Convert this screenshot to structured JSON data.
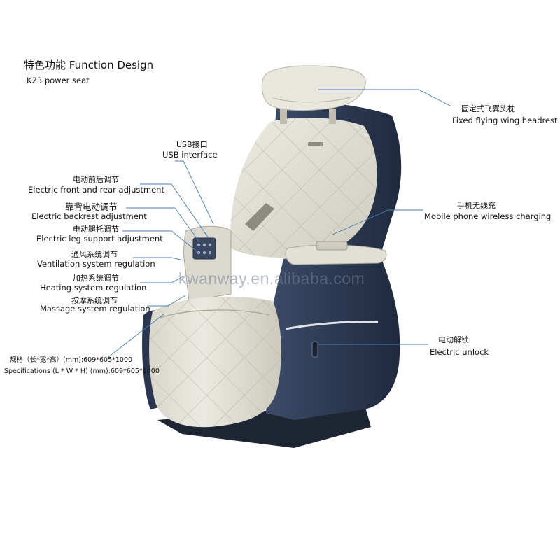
{
  "title": "特色功能 Function Design",
  "subtitle": "K23 power seat",
  "watermark": "kwanway.en.alibaba.com",
  "callouts": {
    "headrest_cn": "固定式飞翼头枕",
    "headrest_en": "Fixed flying wing headrest",
    "usb_cn": "USB接口",
    "usb_en": "USB interface",
    "front_rear_cn": "电动前后调节",
    "front_rear_en": "Electric front and rear adjustment",
    "backrest_cn": "靠背电动调节",
    "backrest_en": "Electric backrest adjustment",
    "leg_cn": "电动腿托调节",
    "leg_en": "Electric leg support adjustment",
    "ventilation_cn": "通风系统调节",
    "ventilation_en": "Ventilation system regulation",
    "heating_cn": "加热系统调节",
    "heating_en": "Heating system regulation",
    "massage_cn": "按摩系统调节",
    "massage_en": "Massage system regulation",
    "wireless_cn": "手机无线充",
    "wireless_en": "Mobile phone wireless charging",
    "unlock_cn": "电动解锁",
    "unlock_en": "Electric unlock",
    "spec_cn": "规格（长*宽*高）(mm):609*605*1000",
    "spec_en": "Specifications (L * W * H) (mm):609*605*1000"
  },
  "colors": {
    "leather_light": "#e6e4da",
    "leather_shadow": "#c9c6b9",
    "trim_navy": "#2f3d56",
    "leader_line": "#4a7fb8"
  }
}
